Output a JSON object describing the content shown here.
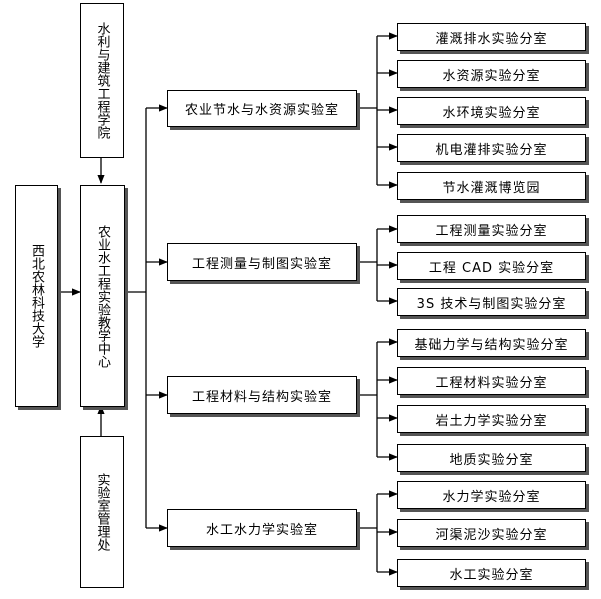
{
  "university": "西北农林科技大学",
  "college": "水利与建筑工程学院",
  "center": "农业水工程实验教学中心",
  "office": "实验室管理处",
  "labs": [
    {
      "name": "农业节水与水资源实验室",
      "subs": [
        "灌溉排水实验分室",
        "水资源实验分室",
        "水环境实验分室",
        "机电灌排实验分室",
        "节水灌溉博览园"
      ]
    },
    {
      "name": "工程测量与制图实验室",
      "subs": [
        "工程测量实验分室",
        "工程 CAD 实验分室",
        "3S 技术与制图实验分室"
      ]
    },
    {
      "name": "工程材料与结构实验室",
      "subs": [
        "基础力学与结构实验分室",
        "工程材料实验分室",
        "岩土力学实验分室",
        "地质实验分室"
      ]
    },
    {
      "name": "水工水力学实验室",
      "subs": [
        "水力学实验分室",
        "河渠泥沙实验分室",
        "水工实验分室"
      ]
    }
  ]
}
